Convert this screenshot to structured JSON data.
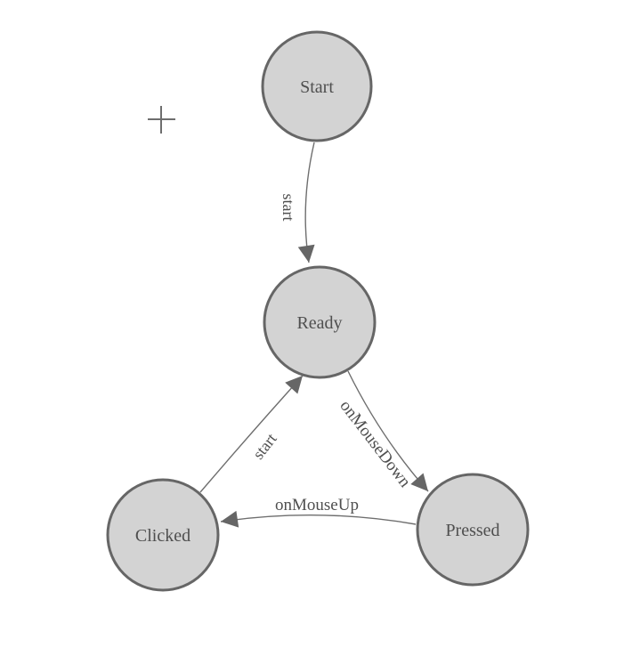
{
  "diagram": {
    "kind": "state-machine",
    "nodes": {
      "start": {
        "label": "Start"
      },
      "ready": {
        "label": "Ready"
      },
      "clicked": {
        "label": "Clicked"
      },
      "pressed": {
        "label": "Pressed"
      }
    },
    "edges": {
      "start_to_ready": {
        "from": "Start",
        "to": "Ready",
        "label": "start"
      },
      "clicked_to_ready": {
        "from": "Clicked",
        "to": "Ready",
        "label": "start"
      },
      "ready_to_pressed": {
        "from": "Ready",
        "to": "Pressed",
        "label": "onMouseDown"
      },
      "pressed_to_clicked": {
        "from": "Pressed",
        "to": "Clicked",
        "label": "onMouseUp"
      }
    },
    "icons": {
      "crosshair": "plus-crosshair-icon"
    }
  },
  "colors": {
    "background": "#ffffff",
    "node_fill": "#d3d3d3",
    "node_stroke": "#666666",
    "edge": "#6e6e6e",
    "arrowhead": "#666666",
    "label": "#4f4f4f"
  }
}
